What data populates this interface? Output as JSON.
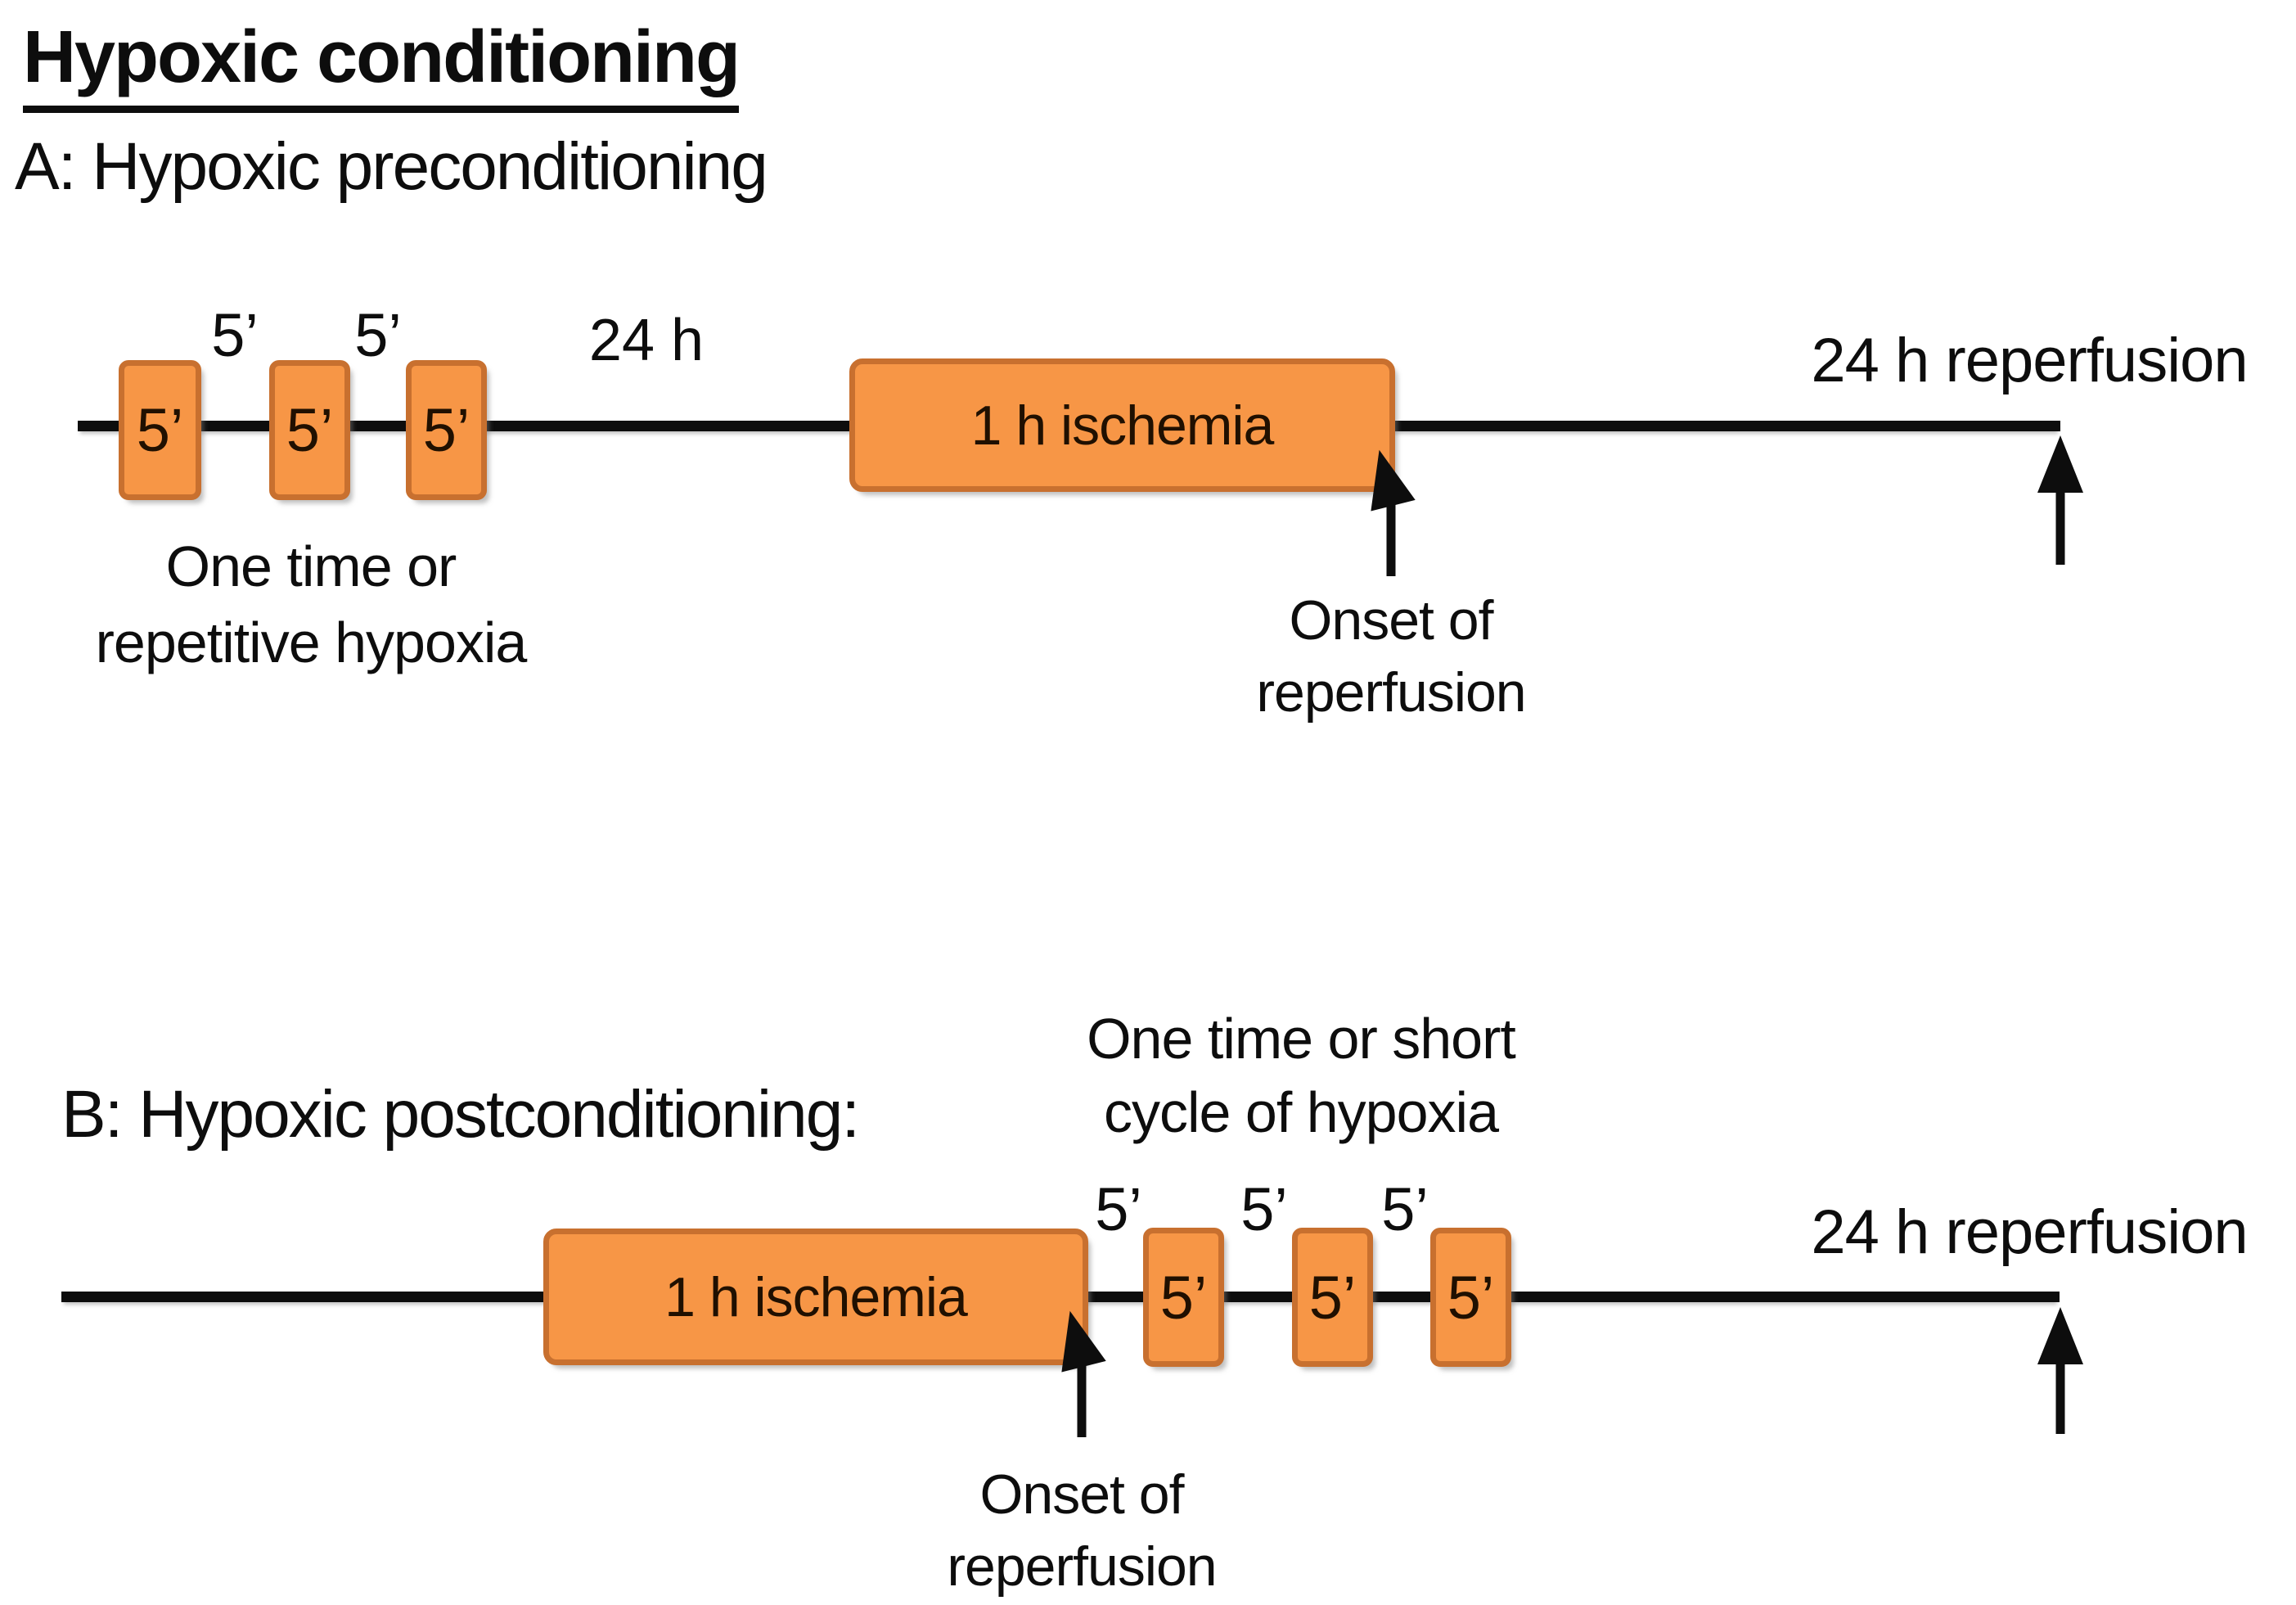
{
  "figure": {
    "title": "Hypoxic conditioning"
  },
  "colors": {
    "orange_fill": "#F79646",
    "orange_border": "#C8702F",
    "line_black": "#0d0d0d"
  },
  "panel_a": {
    "label": "A: Hypoxic preconditioning",
    "boxes": [
      "5’",
      "5’",
      "5’"
    ],
    "gap_labels": [
      "5’",
      "5’"
    ],
    "interval_label": "24 h",
    "note_line1": "One time or",
    "note_line2": "repetitive hypoxia",
    "ischemia_label": "1 h ischemia",
    "onset_line1": "Onset of",
    "onset_line2": "reperfusion",
    "reperfusion_label": "24 h reperfusion"
  },
  "panel_b": {
    "label": "B: Hypoxic postconditioning:",
    "note_line1": "One time or short",
    "note_line2": "cycle of hypoxia",
    "ischemia_label": "1 h ischemia",
    "boxes": [
      "5’",
      "5’",
      "5’"
    ],
    "gap_labels": [
      "5’",
      "5’",
      "5’"
    ],
    "onset_line1": "Onset of",
    "onset_line2": "reperfusion",
    "reperfusion_label": "24 h reperfusion"
  }
}
